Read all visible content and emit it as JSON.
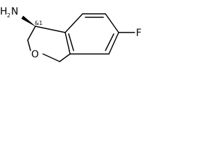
{
  "molecule": {
    "atoms": {
      "amine": "NH2",
      "amine_display_main": "H",
      "amine_display_sub": "2",
      "amine_display_tail": "N",
      "fluorine": "F",
      "oxygen": "O"
    },
    "stereo_annotation": "&1"
  }
}
